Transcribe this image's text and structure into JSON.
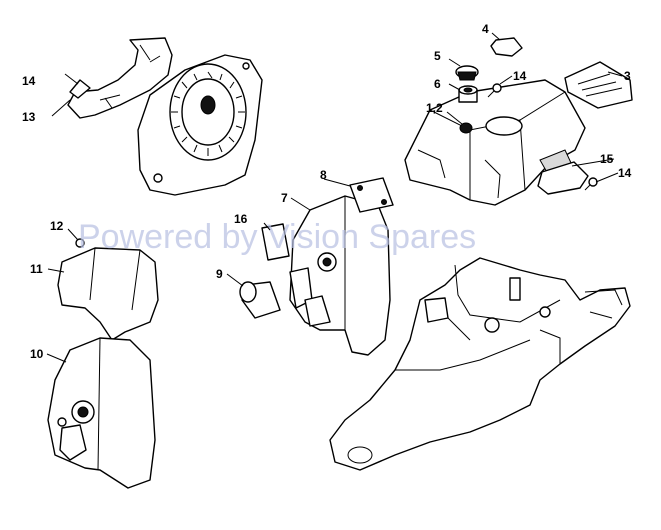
{
  "watermark": "Powered by Vision Spares",
  "callouts": [
    {
      "id": "c-1-2",
      "label": "1,2"
    },
    {
      "id": "c-3",
      "label": "3"
    },
    {
      "id": "c-4",
      "label": "4"
    },
    {
      "id": "c-5",
      "label": "5"
    },
    {
      "id": "c-6",
      "label": "6"
    },
    {
      "id": "c-7",
      "label": "7"
    },
    {
      "id": "c-8",
      "label": "8"
    },
    {
      "id": "c-9",
      "label": "9"
    },
    {
      "id": "c-10",
      "label": "10"
    },
    {
      "id": "c-11",
      "label": "11"
    },
    {
      "id": "c-12",
      "label": "12"
    },
    {
      "id": "c-13",
      "label": "13"
    },
    {
      "id": "c-14a",
      "label": "14"
    },
    {
      "id": "c-14b",
      "label": "14"
    },
    {
      "id": "c-14c",
      "label": "14"
    },
    {
      "id": "c-15",
      "label": "15"
    },
    {
      "id": "c-16",
      "label": "16"
    }
  ]
}
